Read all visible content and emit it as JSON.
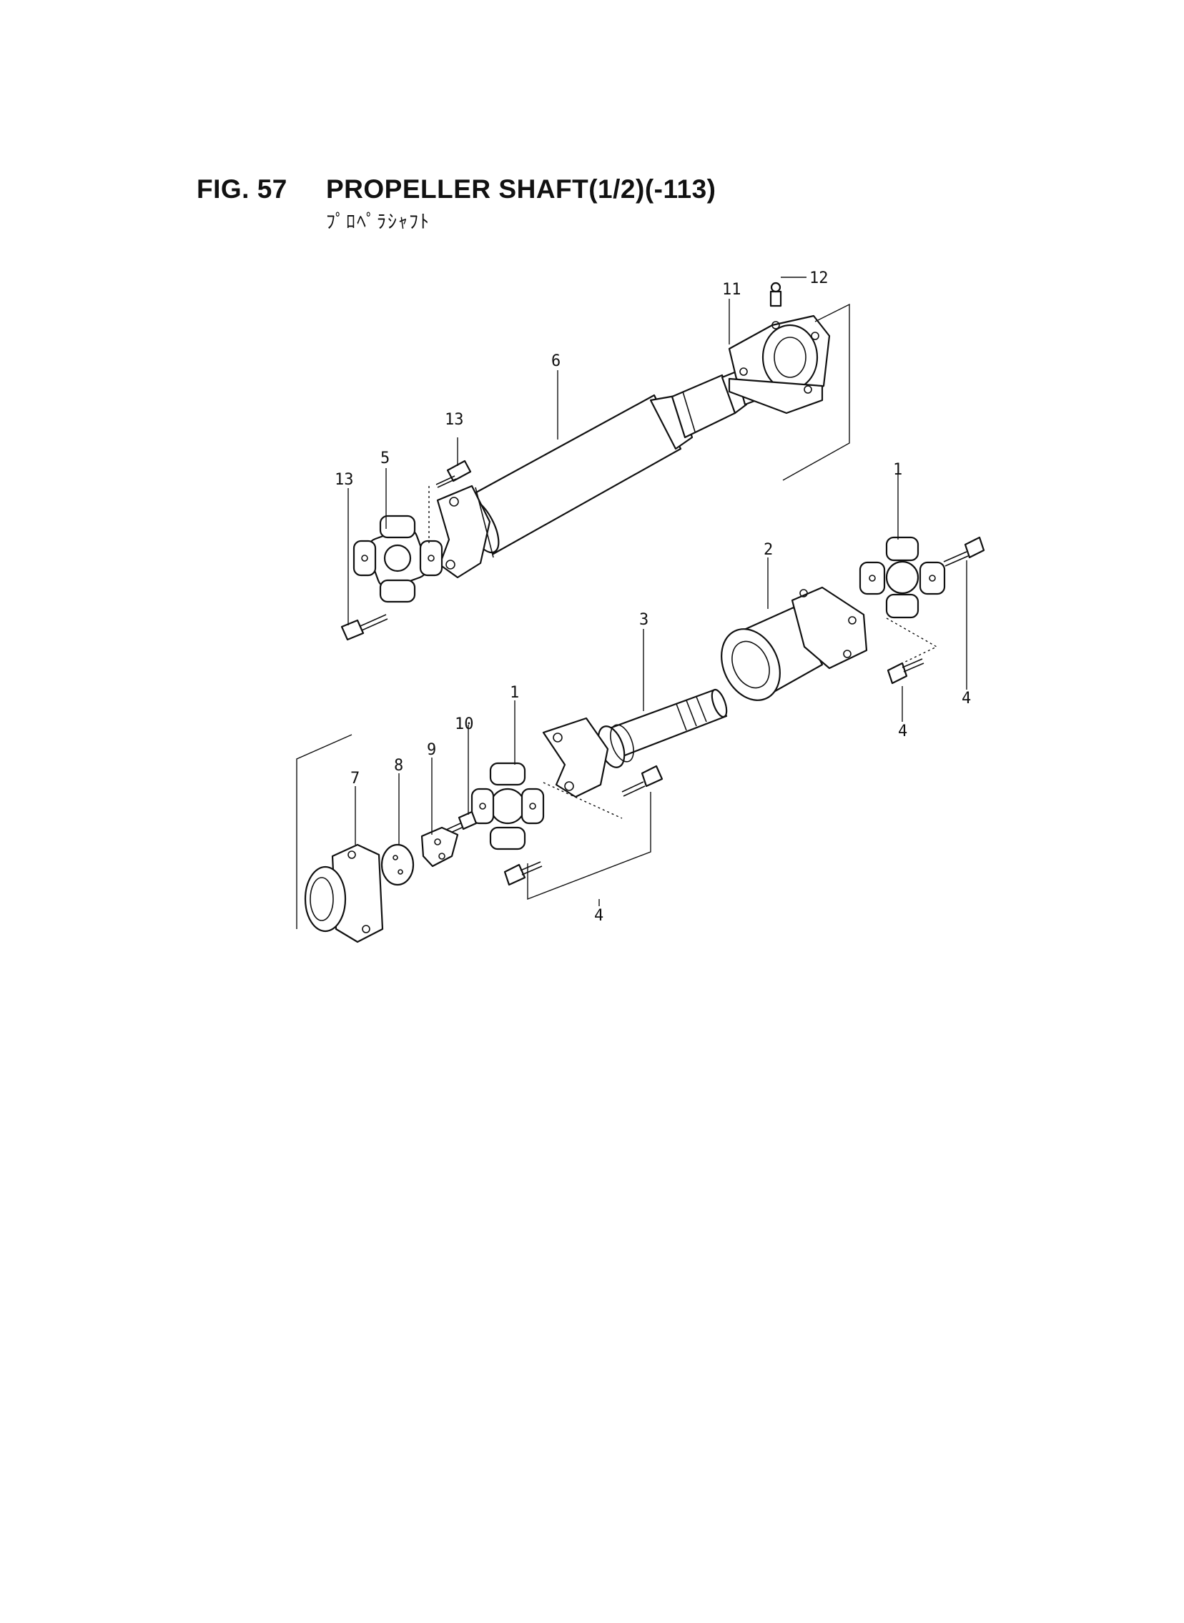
{
  "header": {
    "fig_label": "FIG. 57",
    "title": "PROPELLER SHAFT(1/2)(-113)",
    "subtitle_jp": "ﾌﾟﾛﾍﾟﾗｼｬﾌﾄ"
  },
  "callouts": {
    "c1_upper": "1",
    "c1_lower": "1",
    "c2": "2",
    "c3": "3",
    "c4_right_upper": "4",
    "c4_right_lower": "4",
    "c4_bottom": "4",
    "c5": "5",
    "c6": "6",
    "c7": "7",
    "c8": "8",
    "c9": "9",
    "c10": "10",
    "c11": "11",
    "c12": "12",
    "c13_upper": "13",
    "c13_left": "13"
  }
}
